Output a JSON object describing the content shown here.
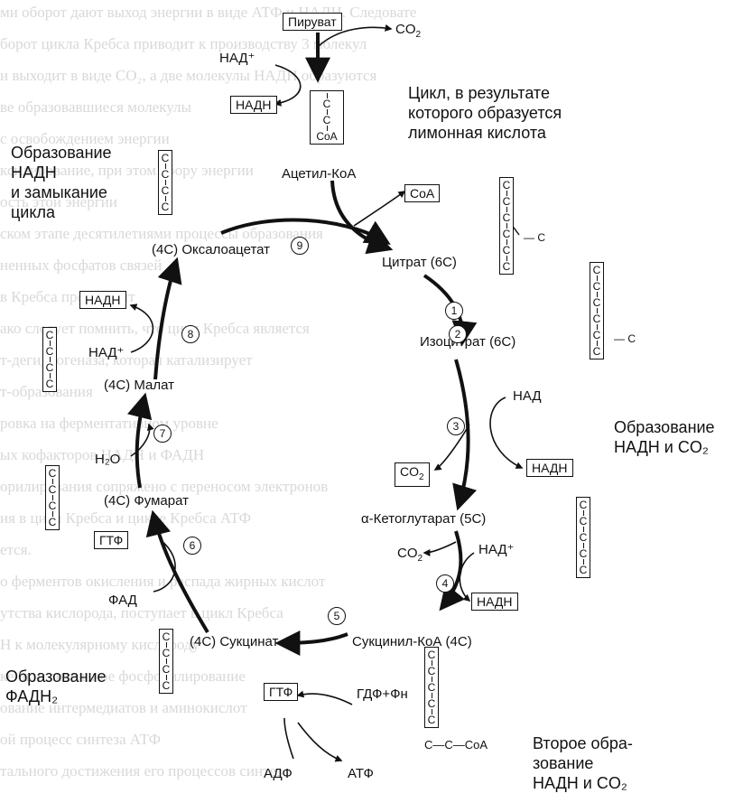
{
  "title": "Цикл, в результате которого образуется лимонная кислота",
  "title_lines": [
    "Цикл, в результате",
    "которого образуется",
    "лимонная кислота"
  ],
  "compounds": {
    "pyruvate": "Пируват",
    "co2": "CO",
    "acetyl_coa": "Ацетил-КоА",
    "coa": "CoA",
    "citrate": "Цитрат (6С)",
    "isocitrate": "Изоцитрат (6С)",
    "alpha_kg": "α-Кетоглутарат (5С)",
    "succinyl_coa": "Сукцинил-КоА (4С)",
    "succinate": "(4С) Сукцинат",
    "fumarate": "(4С) Фумарат",
    "malate": "(4С) Малат",
    "oxaloacetate": "(4С) Оксалоацетат"
  },
  "cofactors": {
    "nad_plus": "НАД⁺",
    "nad": "НАД",
    "nadh": "НАДН",
    "gtp": "ГТФ",
    "gdp_pi": "ГДФ+Фн",
    "adp": "АДФ",
    "atp": "АТФ",
    "fad": "ФАД",
    "h2o": "H₂O"
  },
  "steps": [
    "1",
    "2",
    "3",
    "4",
    "5",
    "6",
    "7",
    "8",
    "9"
  ],
  "notes": {
    "nadh_closing": [
      "Образование",
      "НАДН",
      "и замыкание",
      "цикла"
    ],
    "nadh_co2": [
      "Образование",
      "НАДН и CO₂"
    ],
    "fadh2": [
      "Образование",
      "ФАДН₂"
    ],
    "second_nadh_co2": [
      "Второе обра-",
      "зование",
      "НАДН и CO₂"
    ]
  },
  "molecules": {
    "acetyl_chain": [
      "C",
      "C",
      "CoA"
    ],
    "pair_chain_tail": "C—C—CoA",
    "citrate_branch": "C",
    "chain_c": "C"
  },
  "background_text": [
    "ми оборот дают выход энергии в виде АТФ и НАДН. Следовате",
    "борот цикла Кребса приводит к производству 3 молекул",
    "и выходит в виде CO₂, а две молекулы НАДН образуются",
    "ве образовавшиеся молекулы",
    "с освобождением энергии",
    "ксилирование, при этом сбору энергии",
    "ость этой энергии",
    "ском этапе десятилетиями процессы образования",
    "ненных фосфатов связей",
    "в Кребса производят",
    "ако следует помнить, что цикл Кребса является",
    "т-дегидрогеназа, которая катализирует",
    "т-образования",
    "ровка на ферментативном уровне",
    "ых кофакторов НАДН и ФАДН",
    "орилирования сопряжено с переносом электронов",
    "ия в цикл Кребса и цикле Кребса АТФ",
    "ется.",
    "о ферментов окисления и распада жирных кислот",
    "утства кислорода, поступает в цикл Кребса",
    "Н к молекулярному кислороду",
    "ке окислительное фосфорилирование",
    "ование интермедиатов и аминокислот",
    "ой процесс синтеза АТФ",
    "тального достижения его процессов синтеза"
  ]
}
